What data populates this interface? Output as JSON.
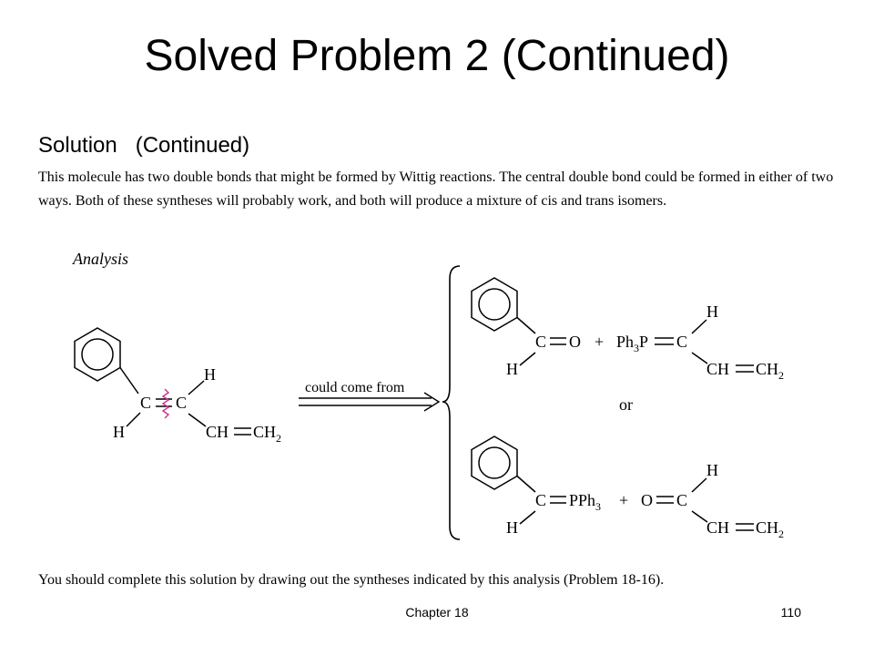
{
  "slide": {
    "title": "Solved Problem 2 (Continued)",
    "heading": "Solution   (Continued)",
    "paragraph": "This molecule has two double bonds that might be formed by Wittig reactions. The central double bond could be formed in either of two ways. Both of these syntheses will probably work, and both will produce a mixture of cis and trans isomers.",
    "bottom_text": "You should complete this solution by drawing out the syntheses indicated by this analysis (Problem 18-16).",
    "footer_chapter": "Chapter 18",
    "footer_page": "110"
  },
  "scheme": {
    "analysis_label": "Analysis",
    "arrow_label": "could come from",
    "or_label": "or",
    "plus": "+",
    "atoms": {
      "C": "C",
      "H": "H",
      "O": "O",
      "CH": "CH",
      "CH2_base": "CH",
      "CH2_sub": "2",
      "Ph3P_base": "Ph",
      "Ph3P_sub": "3",
      "Ph3P_tail": "P",
      "PPh3_base": "PPh",
      "PPh3_sub": "3"
    },
    "colors": {
      "analysis_label": "#2b3c8c",
      "disconnection": "#d0308f"
    }
  }
}
